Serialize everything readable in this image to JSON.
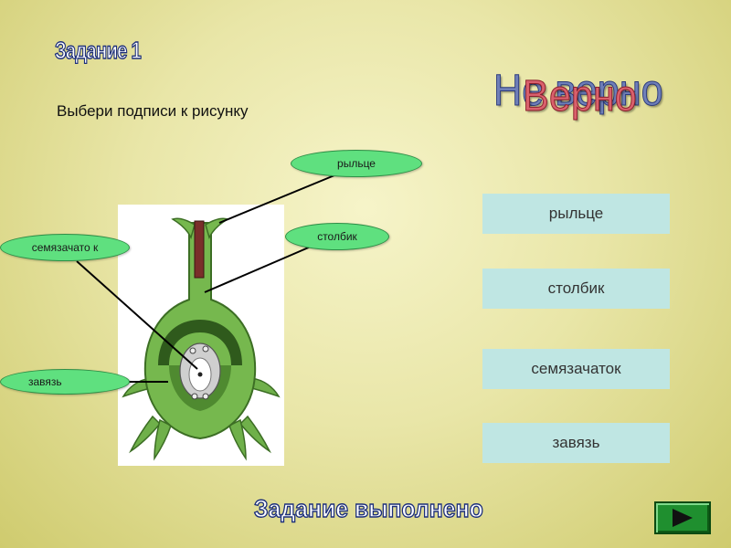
{
  "task": {
    "heading": "Задание 1"
  },
  "instruction": "Выбери подписи к рисунку",
  "feedback": {
    "wrong": "Не верно",
    "correct": "Верно"
  },
  "diagram_labels": {
    "stigma": "рыльце",
    "style": "столбик",
    "ovule": "семязачато к",
    "ovary": "завязь"
  },
  "answer_options": [
    "рыльце",
    "столбик",
    "семязачаток",
    "завязь"
  ],
  "completion_message": "Задание выполнено",
  "icons": {
    "next": "play-arrow-icon",
    "illustration": "pistil-cross-section"
  },
  "colors": {
    "label_fill": "#5fe07f",
    "tile_fill": "#bfe6e3",
    "next_button": "#1f8f2f"
  }
}
